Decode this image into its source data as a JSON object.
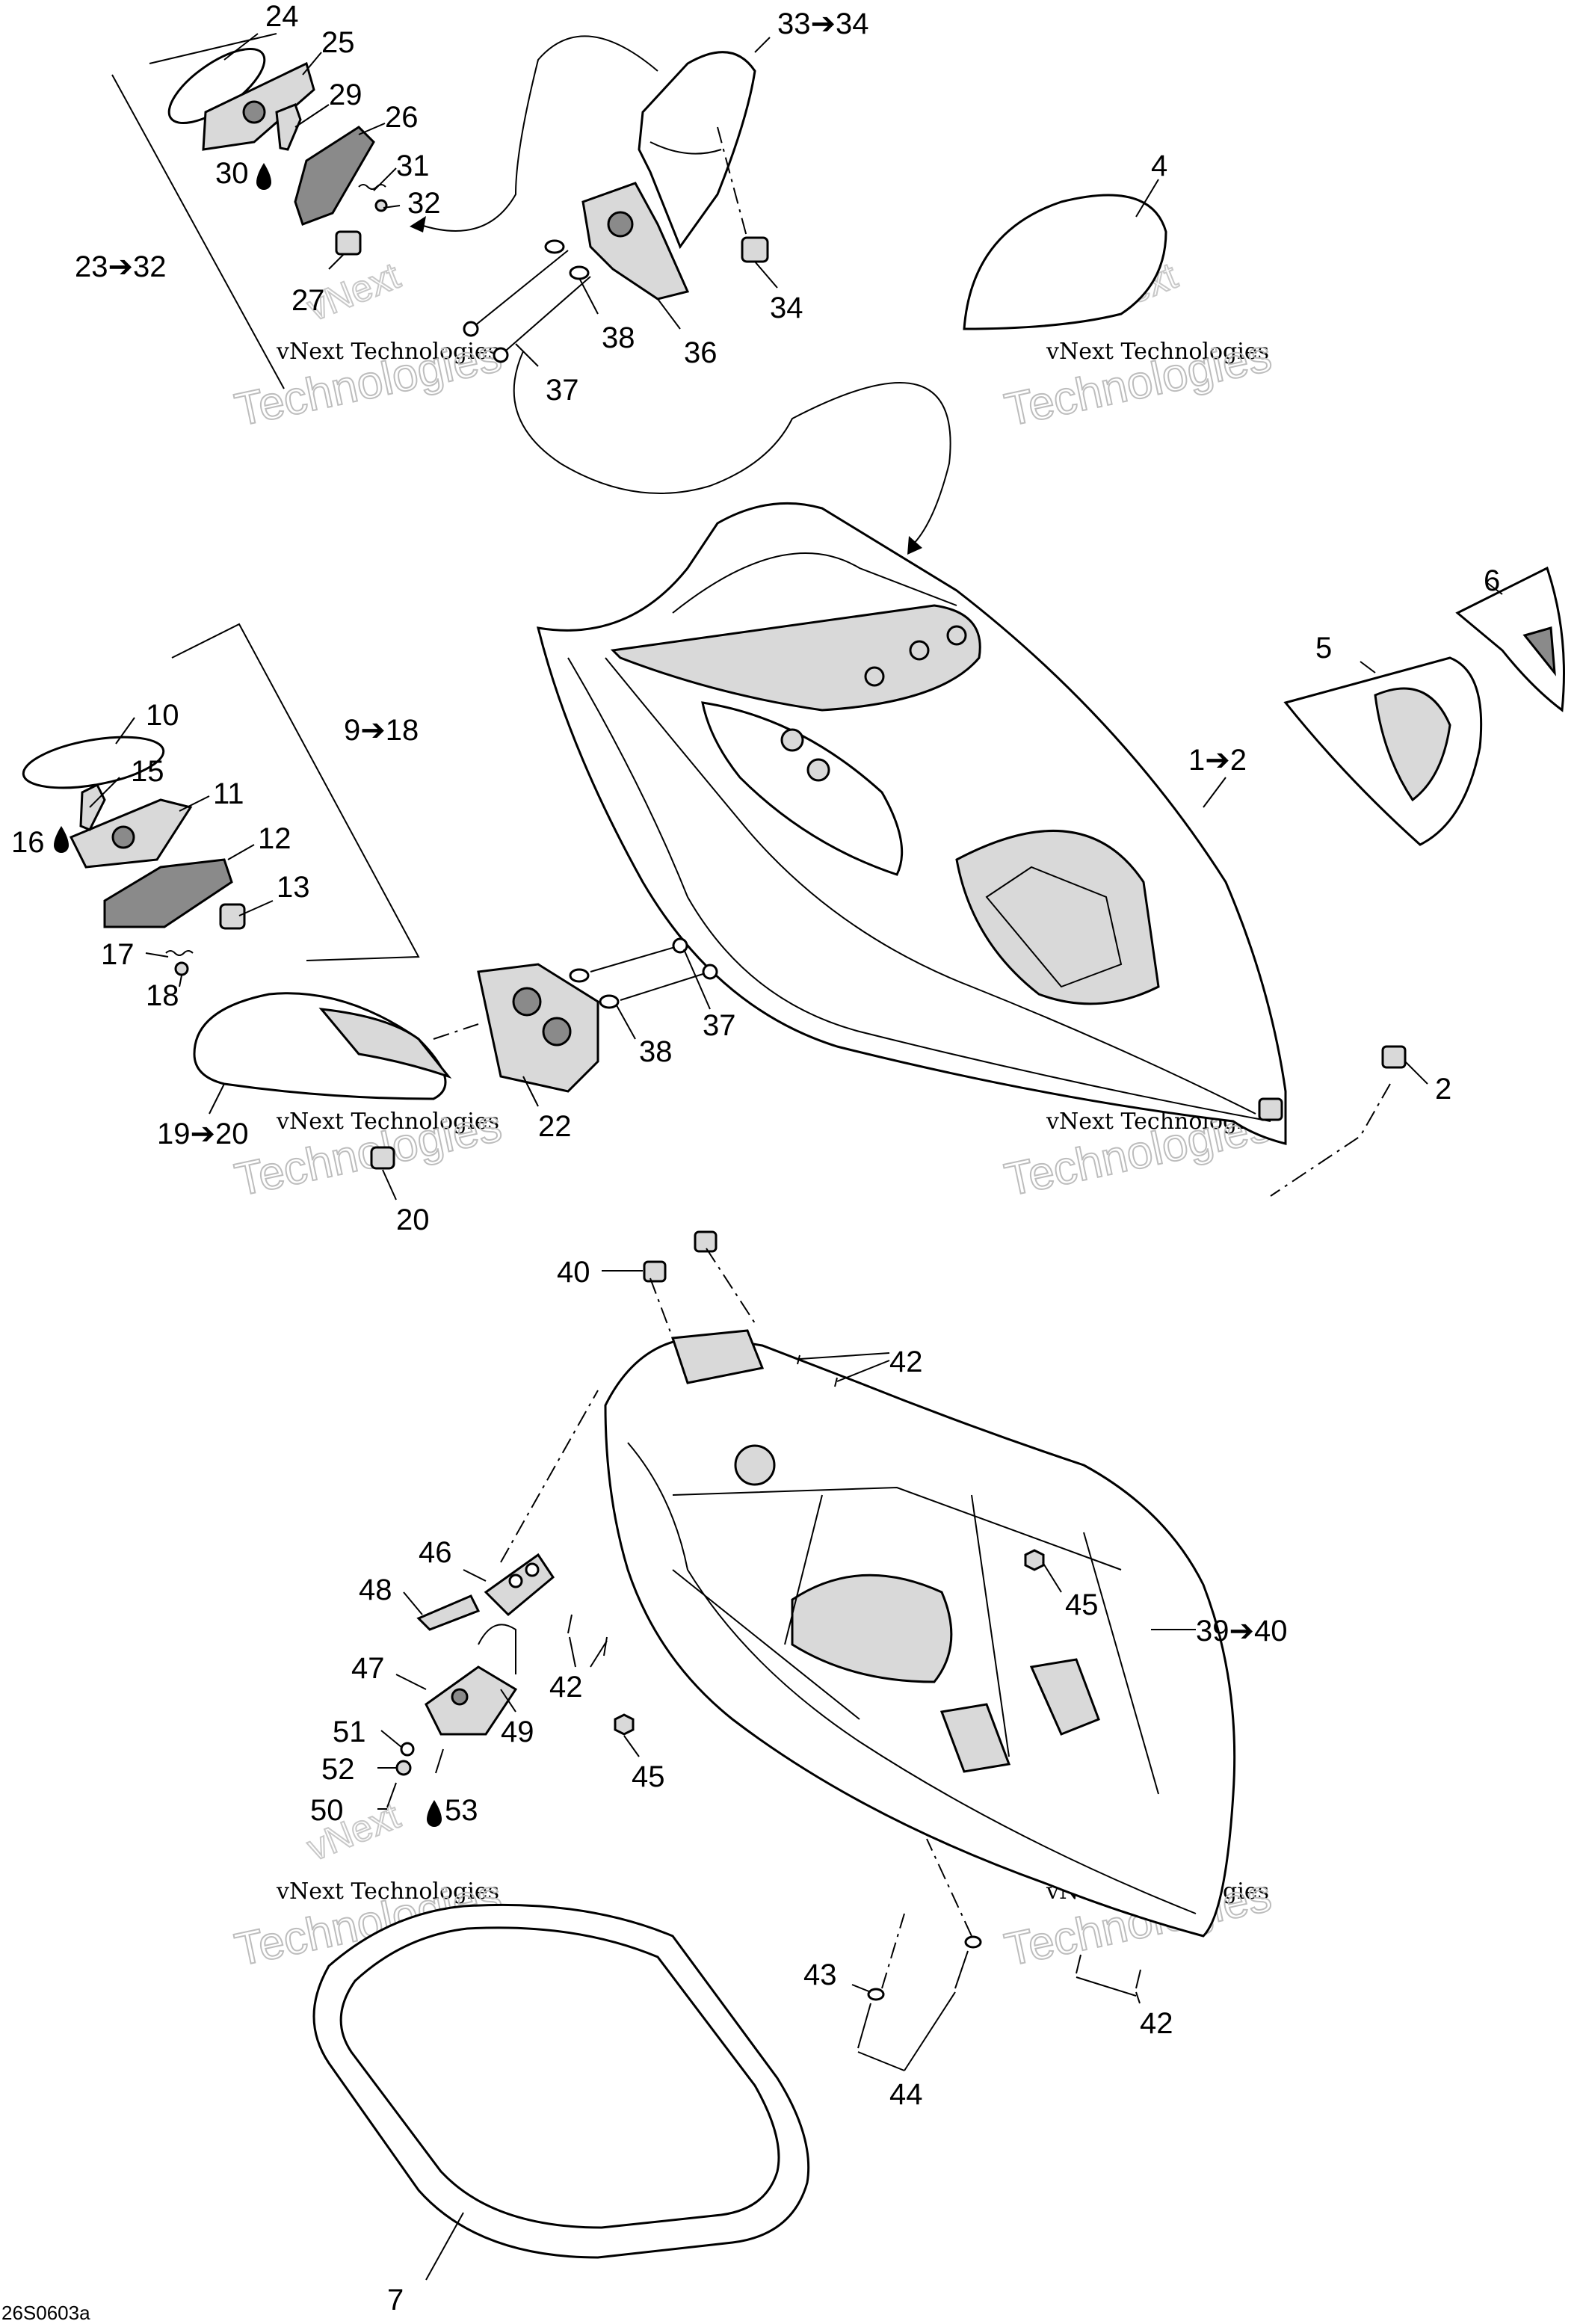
{
  "diagram": {
    "figure_code": "26S0603a",
    "watermark_line1": "vNext Technologies",
    "watermark_line2": "Technologies",
    "watermark_line3": "vNext",
    "callouts": {
      "c24": "24",
      "c25": "25",
      "c29": "29",
      "c26": "26",
      "c30": "30",
      "c31": "31",
      "c32": "32",
      "c27": "27",
      "c23_32": "23➔32",
      "c33_34": "33➔34",
      "c34": "34",
      "c38a": "38",
      "c36": "36",
      "c37a": "37",
      "c4": "4",
      "c6": "6",
      "c5": "5",
      "c1_2": "1➔2",
      "c2": "2",
      "c10": "10",
      "c15": "15",
      "c16": "16",
      "c11": "11",
      "c12": "12",
      "c13": "13",
      "c17": "17",
      "c18": "18",
      "c9_18": "9➔18",
      "c19_20": "19➔20",
      "c22": "22",
      "c20": "20",
      "c37b": "37",
      "c38b": "38",
      "c40": "40",
      "c42a": "42",
      "c45a": "45",
      "c46": "46",
      "c48": "48",
      "c39_40": "39➔40",
      "c42b": "42",
      "c47": "47",
      "c49": "49",
      "c45b": "45",
      "c51": "51",
      "c52": "52",
      "c50": "50",
      "c53": "53",
      "c43": "43",
      "c44": "44",
      "c42c": "42",
      "c7": "7"
    }
  }
}
